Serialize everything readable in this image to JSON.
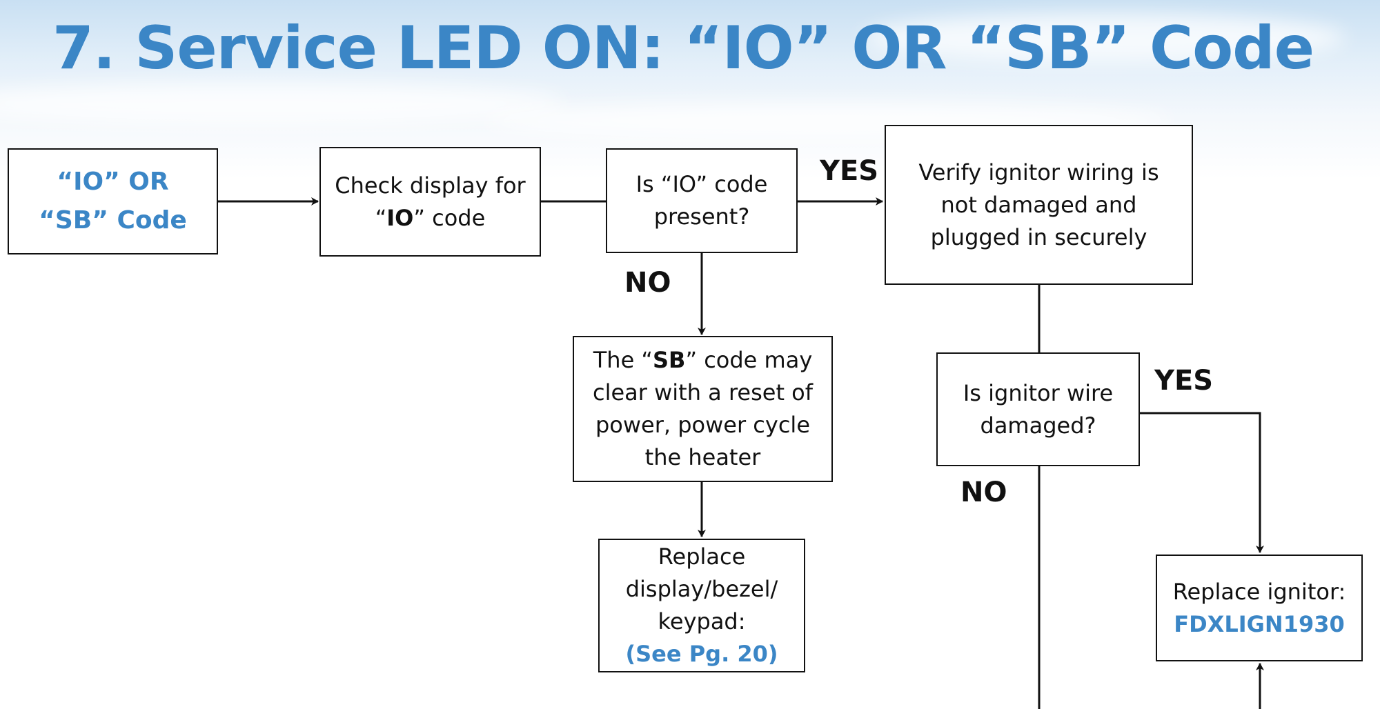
{
  "title": "7. Service LED ON: “IO” OR “SB” Code",
  "nodes": {
    "start": {
      "line1": "“IO” OR",
      "line2": "“SB” Code"
    },
    "check_display": {
      "line1": "Check display for",
      "q1": "“",
      "code": "IO",
      "q2": "” code"
    },
    "io_present": {
      "line1": "Is “IO” code",
      "line2": "present?"
    },
    "verify_wiring": {
      "line1": "Verify ignitor wiring is",
      "line2": "not damaged and",
      "line3": "plugged in securely"
    },
    "sb_reset": {
      "pre": "The “",
      "code": "SB",
      "post": "” code may",
      "line2": "clear with a reset of",
      "line3": "power, power cycle",
      "line4": "the heater"
    },
    "wire_damaged": {
      "line1": "Is ignitor wire",
      "line2": "damaged?"
    },
    "replace_display": {
      "line1": "Replace",
      "line2": "display/bezel/",
      "line3": "keypad:",
      "link": "(See Pg. 20)"
    },
    "replace_ignitor": {
      "line1": "Replace ignitor:",
      "part": "FDXLIGN1930"
    }
  },
  "labels": {
    "yes_1": "YES",
    "no_1": "NO",
    "yes_2": "YES",
    "no_2": "NO"
  },
  "colors": {
    "accent": "#3b86c6",
    "line": "#111111"
  }
}
